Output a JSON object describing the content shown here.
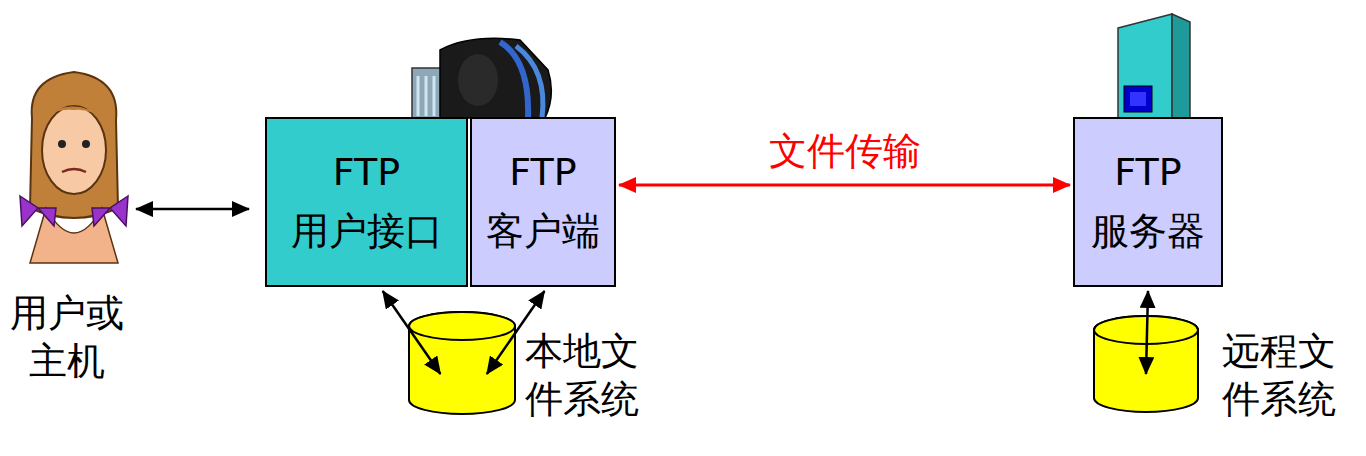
{
  "diagram": {
    "nodes": [
      {
        "text": [
          "用户或 主机"
        ]
      },
      {
        "text": [
          "FTP 用户接口"
        ]
      },
      {
        "text": [
          "FTP 客户端"
        ]
      },
      {
        "text": [
          "本地文 件系统"
        ]
      },
      {
        "text": [
          "FTP 服务器"
        ]
      },
      {
        "text": [
          "远程文 件系统"
        ]
      }
    ],
    "edges": [
      {
        "from": 0,
        "to": 1,
        "arrow": "both"
      },
      {
        "from": 2,
        "to": 4,
        "label": "文件传输",
        "arrow": "both"
      },
      {
        "from": 1,
        "to": 3,
        "arrow": "both"
      },
      {
        "from": 2,
        "to": 3,
        "arrow": "both"
      },
      {
        "from": 4,
        "to": 5,
        "arrow": "both"
      }
    ]
  }
}
